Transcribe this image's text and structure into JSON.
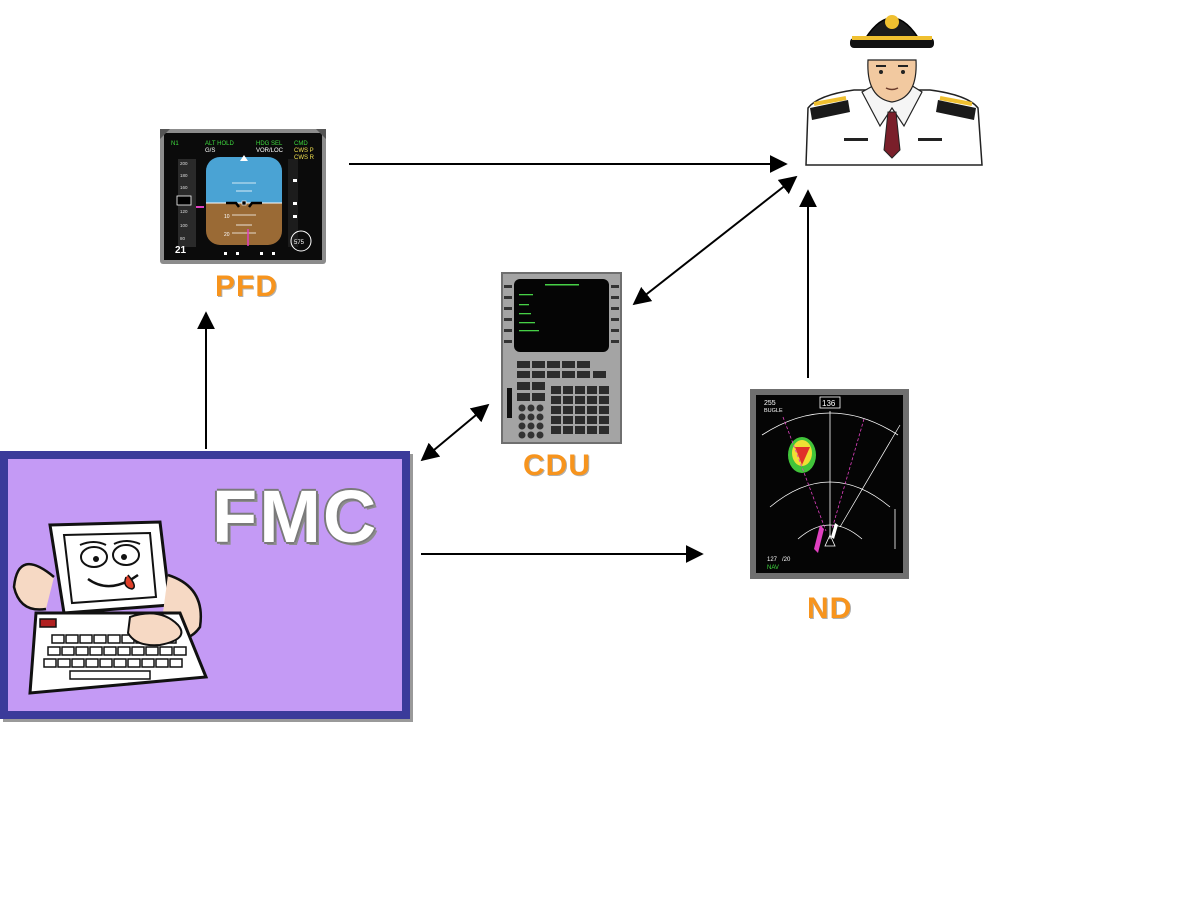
{
  "nodes": {
    "pfd": {
      "label": "PFD",
      "ann_n1": "N1",
      "ann_alt_hold": "ALT HOLD",
      "ann_hdg_sel": "HDG SEL",
      "ann_cmd": "CMD",
      "ann_gs": "G/S",
      "ann_vor_loc": "VOR/LOC",
      "ann_cwsp": "CWS P",
      "ann_cwsr": "CWS R",
      "speed_value": "21",
      "pitch_10": "10",
      "pitch_20": "20"
    },
    "cdu": {
      "label": "CDU"
    },
    "nd": {
      "label": "ND",
      "heading_box": "136",
      "gs_value": "255",
      "waypoint": "BUGLE",
      "range_value": "127",
      "wind": "/20",
      "mode": "NAV"
    },
    "fmc": {
      "label": "FMC"
    },
    "pilot": {}
  },
  "colors": {
    "label_orange": "#f7941d",
    "fmc_border": "#3b3b9a",
    "fmc_fill": "#c49af5",
    "sky": "#4aa3d4",
    "ground": "#9a6a35"
  }
}
